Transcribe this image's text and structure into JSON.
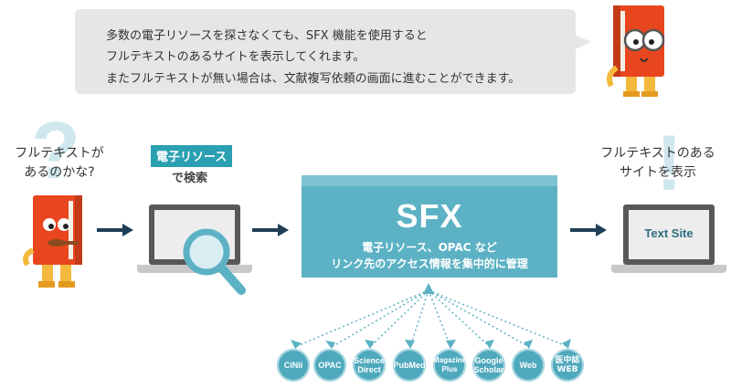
{
  "bubble": {
    "lines": [
      "多数の電子リソースを探さなくても、SFX 機能を使用すると",
      "フルテキストのあるサイトを表示してくれます。",
      "またフルテキストが無い場合は、文献複写依頼の画面に進むことができます。"
    ]
  },
  "left_question": {
    "line1": "フルテキストが",
    "line2": "あるのかな?"
  },
  "eresource": {
    "tag": "電子リソース",
    "sub": "で検索"
  },
  "sfx": {
    "title": "SFX",
    "desc_line1": "電子リソース、OPAC など",
    "desc_line2": "リンク先のアクセス情報を集中的に管理"
  },
  "right_caption": {
    "line1": "フルテキストのある",
    "line2": "サイトを表示"
  },
  "text_site": "Text Site",
  "sources": [
    {
      "label": "CiNii"
    },
    {
      "label": "OPAC"
    },
    {
      "label": "Science Direct"
    },
    {
      "label": "PubMed"
    },
    {
      "label": "Magazine Plus"
    },
    {
      "label": "Google Scholar"
    },
    {
      "label": "Web"
    },
    {
      "label": "医中誌 WEB"
    }
  ],
  "colors": {
    "teal": "#5cb2c4",
    "teal_light": "#7ec3d1",
    "navy_arrow": "#1f3f57",
    "mascot_red": "#e8461e",
    "bubble_gray": "#e5e6e6"
  }
}
